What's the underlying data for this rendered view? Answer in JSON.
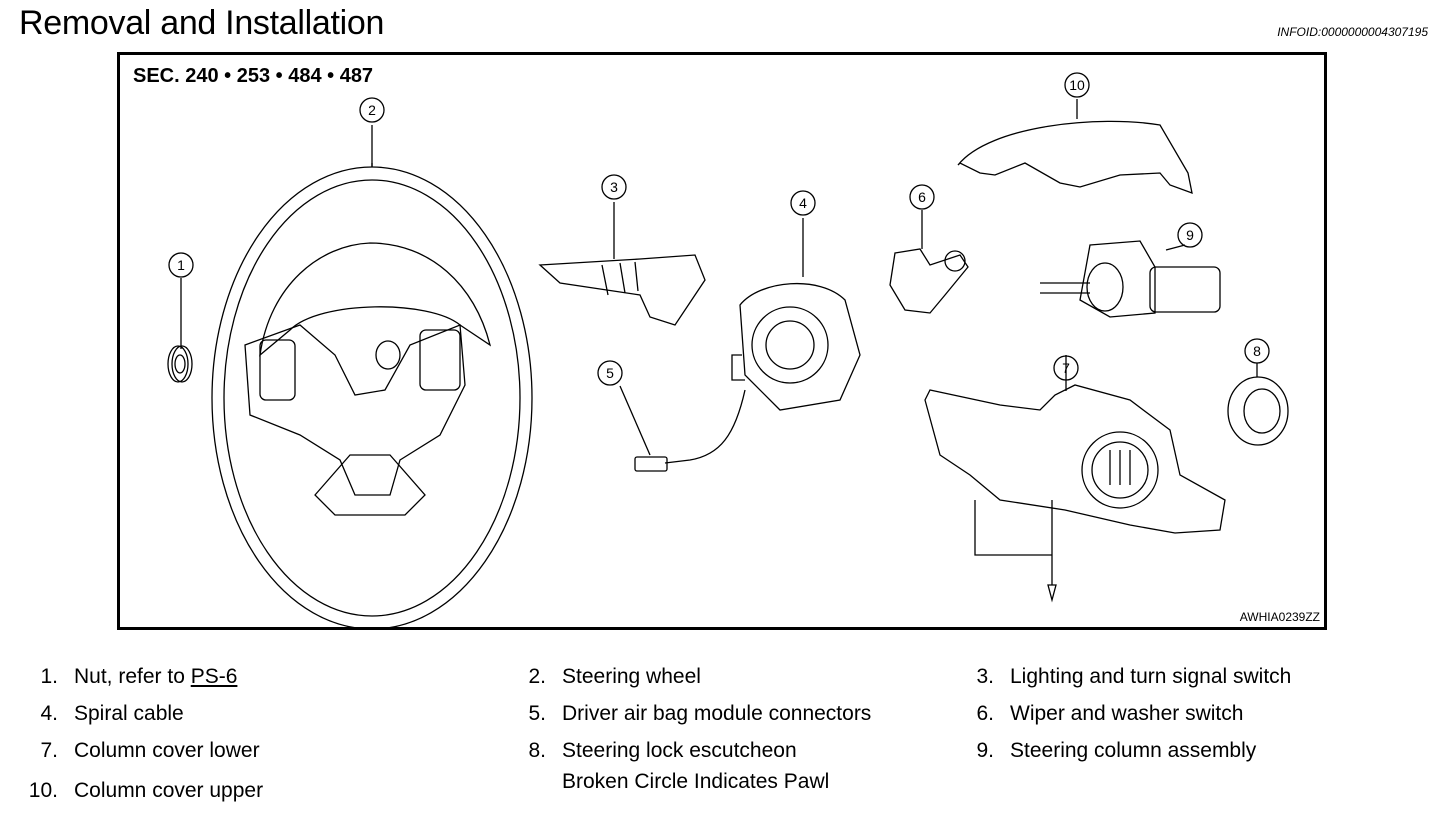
{
  "header": {
    "title": "Removal and Installation",
    "info_id": "INFOID:0000000004307195"
  },
  "figure": {
    "section": "SEC. 240 • 253 • 484 • 487",
    "code": "AWHIA0239ZZ",
    "callouts": [
      "1",
      "2",
      "3",
      "4",
      "5",
      "6",
      "7",
      "8",
      "9",
      "10"
    ]
  },
  "legend": [
    {
      "num": "1.",
      "text": "Nut, refer to ",
      "link": "PS-6"
    },
    {
      "num": "2.",
      "text": "Steering wheel"
    },
    {
      "num": "3.",
      "text": "Lighting and turn signal switch"
    },
    {
      "num": "4.",
      "text": "Spiral cable"
    },
    {
      "num": "5.",
      "text": "Driver air bag module connectors"
    },
    {
      "num": "6.",
      "text": "Wiper and washer switch"
    },
    {
      "num": "7.",
      "text": "Column cover lower"
    },
    {
      "num": "8.",
      "text": "Steering lock escutcheon",
      "text2": "Broken Circle Indicates Pawl"
    },
    {
      "num": "9.",
      "text": "Steering column assembly"
    },
    {
      "num": "10.",
      "text": "Column cover upper"
    }
  ]
}
